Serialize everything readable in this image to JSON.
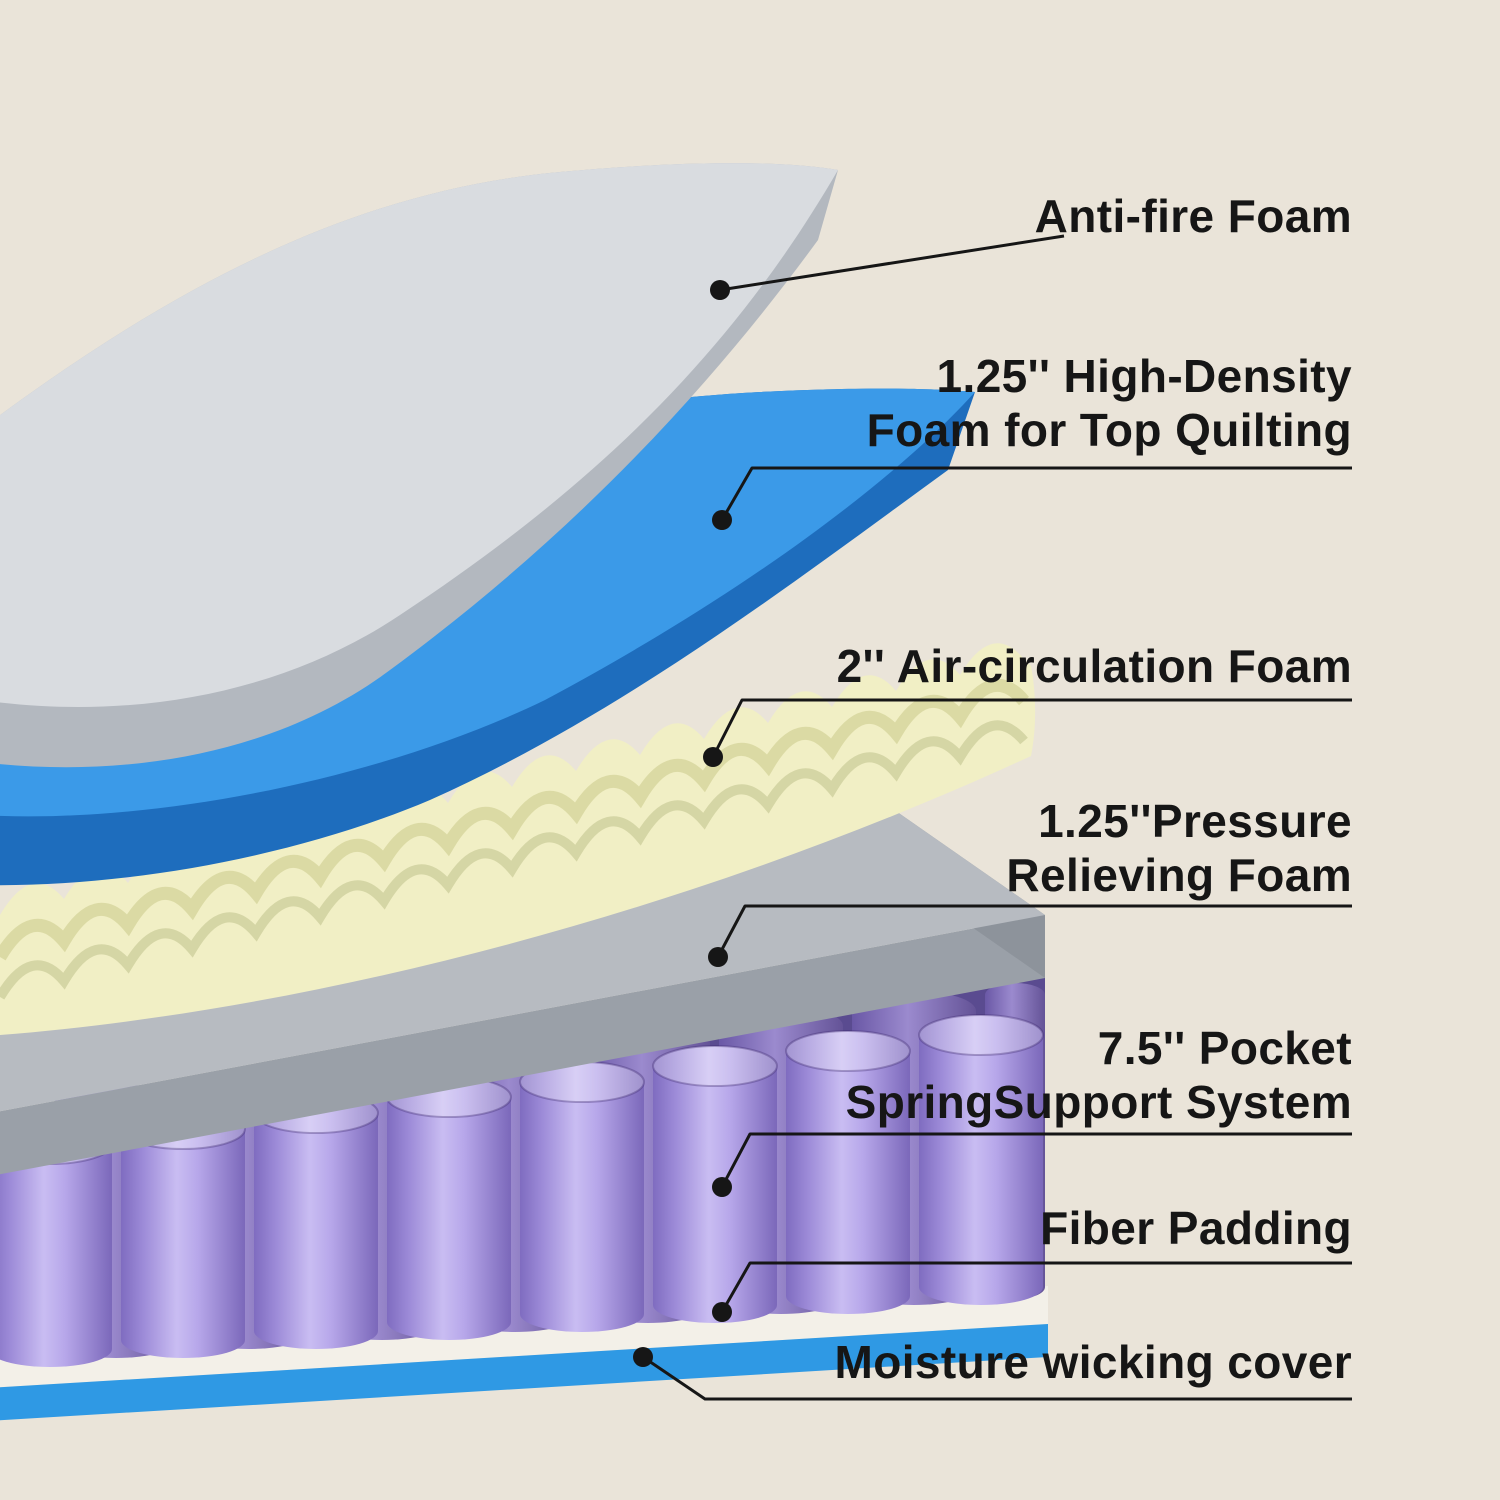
{
  "figure": {
    "type": "product-infographic",
    "subject": "Exploded view of mattress construction layers",
    "layers": [
      {
        "name": "Anti-fire Foam",
        "color": "#d9dce0"
      },
      {
        "name": "1.25'' High-Density Foam for Top Quilting",
        "color": "#3b9ae8"
      },
      {
        "name": "2'' Air-circulation Foam",
        "color": "#f1efc5"
      },
      {
        "name": "1.25''Pressure Relieving Foam",
        "color": "#b7bbc1"
      },
      {
        "name": "7.5'' Pocket SpringSupport System",
        "color": "#a592de"
      },
      {
        "name": "Fiber Padding",
        "color": "#f3f0e8"
      },
      {
        "name": "Moisture wicking cover",
        "color": "#2f99e4"
      }
    ],
    "colors": {
      "background": "#eae4d9",
      "anti_fire_top": "#d9dce0",
      "anti_fire_edge": "#b3b8bf",
      "quilting_top": "#3b9ae8",
      "quilting_edge": "#1e6dbd",
      "air_foam": "#f1efc5",
      "air_foam_ridge": "#d8d7a0",
      "air_foam_ridge2": "#c6c794",
      "pressure_top": "#b7bbc1",
      "pressure_front": "#9aa0a8",
      "pressure_side": "#8d939b",
      "spring_shadow": "#5a4b90",
      "fiber_padding": "#f3f0e8",
      "moisture_cover": "#2f99e4",
      "callout": "#161616"
    }
  },
  "callouts": [
    {
      "id": "anti-fire-foam",
      "text": "Anti-fire Foam"
    },
    {
      "id": "high-density-foam",
      "text": "1.25'' High-Density\nFoam for Top Quilting"
    },
    {
      "id": "air-circulation-foam",
      "text": "2'' Air-circulation Foam"
    },
    {
      "id": "pressure-relieving-foam",
      "text": "1.25''Pressure\nRelieving Foam"
    },
    {
      "id": "pocket-spring-system",
      "text": "7.5'' Pocket\nSpringSupport System"
    },
    {
      "id": "fiber-padding",
      "text": "Fiber Padding"
    },
    {
      "id": "moisture-wicking-cover",
      "text": "Moisture wicking cover"
    }
  ]
}
